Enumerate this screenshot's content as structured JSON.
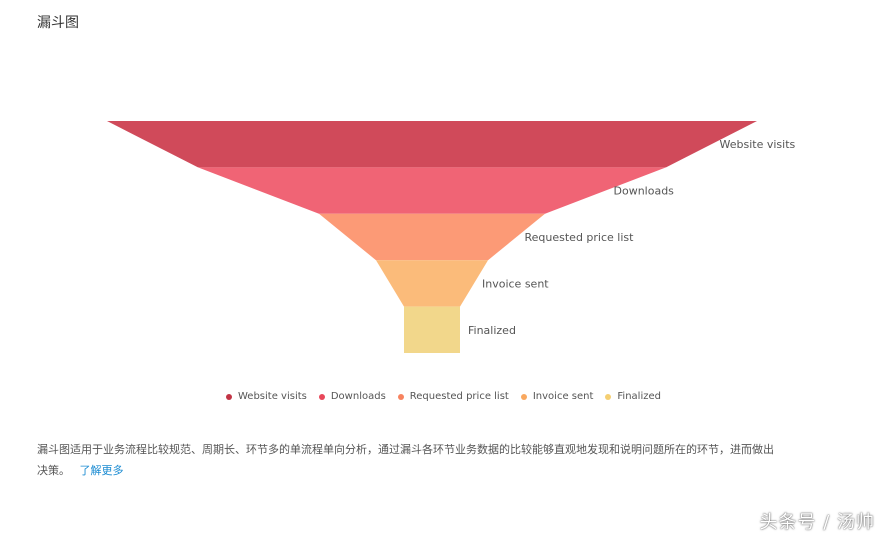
{
  "page": {
    "title": "漏斗图",
    "description": "漏斗图适用于业务流程比较规范、周期长、环节多的单流程单向分析，通过漏斗各环节业务数据的比较能够直观地发现和说明问题所在的环节，进而做出决策。",
    "learn_more": "了解更多",
    "watermark": "头条号 / 汤帅"
  },
  "chart_data": {
    "type": "funnel",
    "title": "",
    "categories": [
      "Website visits",
      "Downloads",
      "Requested price list",
      "Invoice sent",
      "Finalized"
    ],
    "colors": [
      "#d04a5a",
      "#f06475",
      "#fc9a76",
      "#fbbb7a",
      "#f2d78b"
    ],
    "legend_colors": [
      "#c23445",
      "#e8475a",
      "#f7835f",
      "#f9a85f",
      "#f5cf72"
    ],
    "legend_position": "bottom-center",
    "neck": true
  }
}
